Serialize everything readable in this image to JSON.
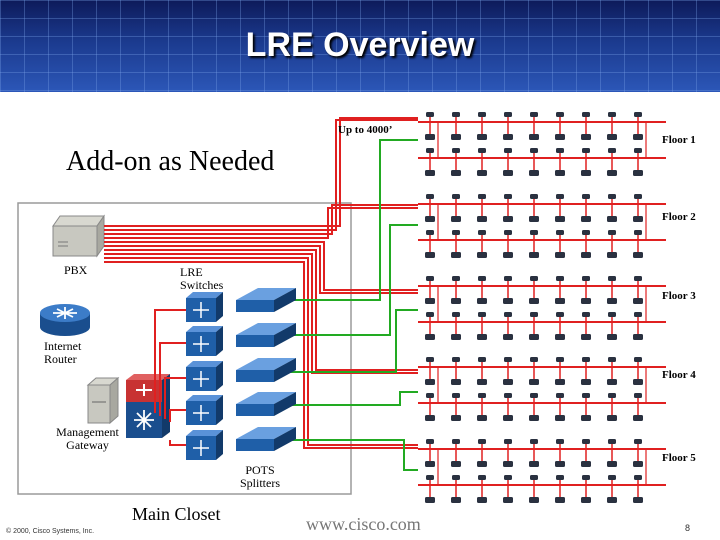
{
  "title": "LRE Overview",
  "subtitle": "Add-on as Needed",
  "distance_label": "Up to 4000’",
  "floors": [
    "Floor 1",
    "Floor 2",
    "Floor 3",
    "Floor 4",
    "Floor 5"
  ],
  "devices": {
    "pbx": "PBX",
    "lre_switches": "LRE Switches",
    "internet_router": "Internet Router",
    "management_gateway": "Management Gateway",
    "pots_splitters": "POTS Splitters"
  },
  "closet_label": "Main Closet",
  "footer": {
    "copyright": "© 2000, Cisco Systems, Inc.",
    "website": "www.cisco.com",
    "page": "8"
  },
  "colors": {
    "title_bg": "#1b3a8e",
    "phone_line": "#e02020",
    "lre_link": "#22aa22",
    "device_blue": "#1f5fa8"
  }
}
